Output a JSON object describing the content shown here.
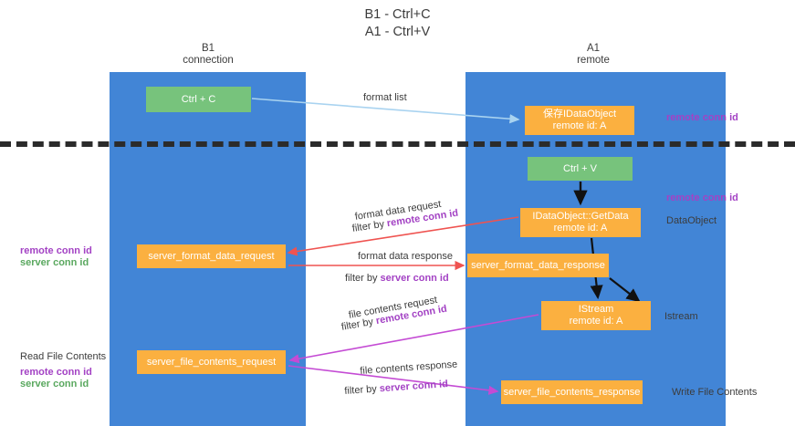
{
  "title": {
    "line1": "B1 - Ctrl+C",
    "line2": "A1 - Ctrl+V"
  },
  "columns": [
    {
      "name": "B1",
      "role": "connection"
    },
    {
      "name": "A1",
      "role": "remote"
    }
  ],
  "nodes": {
    "ctrl_c": {
      "label": "Ctrl + C",
      "color": "#77c37c"
    },
    "idataobject": {
      "label": "保存IDataObject",
      "sub": "remote id: A",
      "color": "#fbb040"
    },
    "ctrl_v": {
      "label": "Ctrl + V",
      "color": "#77c37c"
    },
    "getdata": {
      "label": "IDataObject::GetData",
      "sub": "remote id: A",
      "color": "#fbb040"
    },
    "server_format_data_request": {
      "label": "server_format_data_request",
      "color": "#fbb040"
    },
    "server_format_data_response": {
      "label": "server_format_data_response",
      "color": "#fbb040"
    },
    "istream": {
      "label": "IStream",
      "sub": "remote id: A",
      "color": "#fbb040"
    },
    "server_file_contents_request": {
      "label": "server_file_contents_request",
      "color": "#fbb040"
    },
    "server_file_contents_response": {
      "label": "server_file_contents_response",
      "color": "#fbb040"
    }
  },
  "edge_labels": {
    "format_list": "format list",
    "format_data_request": "format data request",
    "format_data_request_filter_prefix": "filter by ",
    "format_data_request_filter_key": "remote conn id",
    "format_data_response": "format data response",
    "format_data_response_filter_prefix": "filter by ",
    "format_data_response_filter_key": "server conn id",
    "file_contents_request": "file contents request",
    "file_contents_request_filter_prefix": "filter by ",
    "file_contents_request_filter_key": "remote conn id",
    "file_contents_response": "file contents response",
    "file_contents_response_filter_prefix": "filter by ",
    "file_contents_response_filter_key": "server conn id"
  },
  "annotations": {
    "right_top_conn": "remote conn id",
    "right_mid_conn": "remote conn id",
    "dataobject": "DataObject",
    "istream": "Istream",
    "write_file_contents": "Write File Contents",
    "read_file_contents": "Read File Contents",
    "left_mid_remote": "remote conn id",
    "left_mid_server": "server conn id",
    "left_bottom_remote": "remote conn id",
    "left_bottom_server": "server conn id"
  },
  "colors": {
    "lane": "#4285d6",
    "green_node": "#77c37c",
    "orange_node": "#fbb040",
    "purple_text": "#a342c4",
    "green_text": "#5aa85f",
    "arrow_blue": "#a9d3f0",
    "arrow_red": "#ef5350",
    "arrow_magenta": "#c44bd4",
    "arrow_black": "#000000",
    "divider": "#2b2b2b",
    "background": "#ffffff"
  }
}
